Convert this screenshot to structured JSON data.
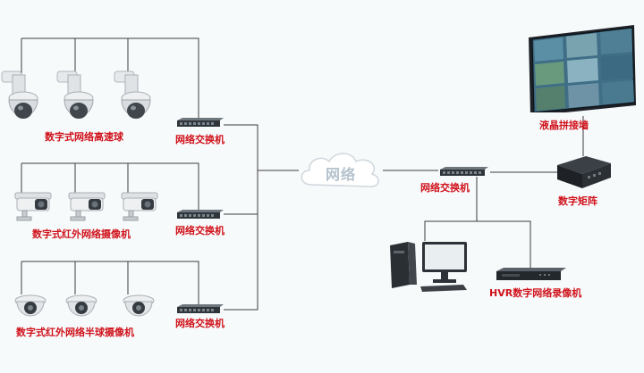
{
  "colors": {
    "label": "#d0121b",
    "wire": "#3c3c3c",
    "background": "#f7fafb"
  },
  "cameras": {
    "speed_dome": {
      "label": "数字式网络高速球",
      "icon": "speed-dome-camera-icon",
      "count": 3
    },
    "infrared_bullet": {
      "label": "数字式红外网络摄像机",
      "icon": "infrared-bullet-camera-icon",
      "count": 3
    },
    "infrared_dome": {
      "label": "数字式红外网络半球摄像机",
      "icon": "infrared-dome-camera-icon",
      "count": 3
    }
  },
  "switches": {
    "top": {
      "label": "网络交换机",
      "icon": "network-switch-icon"
    },
    "middle": {
      "label": "网络交换机",
      "icon": "network-switch-icon"
    },
    "bottom": {
      "label": "网络交换机",
      "icon": "network-switch-icon"
    },
    "core": {
      "label": "网络交换机",
      "icon": "network-switch-icon"
    }
  },
  "network": {
    "label": "网络",
    "icon": "cloud-icon"
  },
  "video_wall": {
    "label": "液晶拼接墙",
    "icon": "video-wall-icon"
  },
  "matrix": {
    "label": "数字矩阵",
    "icon": "matrix-box-icon"
  },
  "workstation": {
    "icon": "desktop-computer-icon"
  },
  "nvr": {
    "label": "HVR数字网络录像机",
    "icon": "nvr-recorder-icon"
  }
}
